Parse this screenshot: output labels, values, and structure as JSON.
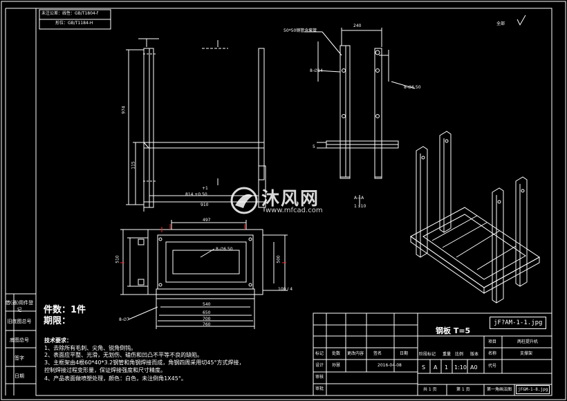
{
  "colors": {
    "background": "#000000",
    "lines": "#ffffff",
    "red_mark": "#ff2020",
    "watermark": "#ffffff"
  },
  "material_note": {
    "line1": "未注公差：线性：GB/T1804-f",
    "line2": "形位：GB/T1184-H"
  },
  "surface_finish": "全部",
  "dims": {
    "front_height": "974",
    "front_w1": "814 +0.50",
    "front_w2": "910",
    "front_small1": "115",
    "front_small2": "+1",
    "side_top": "240",
    "side_hole": "8-∅14",
    "side_hole2": "8-∅6.50",
    "side_label": "50*50钢管含套管",
    "side_small": "5",
    "section_label": "A—A",
    "section_scale": "1 : 10",
    "plan_top": "497",
    "plan_hole": "8-∅6.50",
    "plan_hole2": "8-∅7",
    "plan_b1": "540",
    "plan_b2": "650",
    "plan_b3": "700",
    "plan_b4": "760",
    "plan_left": "510",
    "plan_right1": "500",
    "plan_right2": "100 / 4"
  },
  "quantity": {
    "count": "件数：1件",
    "period": "期限："
  },
  "tech": {
    "title": "技术要求：",
    "items": [
      "1、去除所有毛刺、尖角、锐角倒钝。",
      "2、表面应平整、光滑，无划伤、磕伤和凹凸不平等不良的缺陷。",
      "3、主框架由4根60*40*3.2钢管和角钢焊接而成，角钢四周采用切45°方式焊接，",
      "   控制焊接过程变形量，保证焊接强度和尺寸精度。",
      "4、产品表面做喷塑处理，颜色：白色，未注倒角1X45°。"
    ]
  },
  "title_block": {
    "material": "钢板 T=5",
    "image_tag": "jF?AM-1-1.jpg",
    "project_label": "项目",
    "project_value": "两柱提升机",
    "name_label": "名称",
    "name_value": "支撑架",
    "code_label": "代号",
    "header": [
      "标记",
      "处数",
      "更改内容",
      "签名",
      "日期"
    ],
    "design_label": "设计",
    "designer": "孙慧",
    "date": "2016-04-08",
    "stage_label": "阶段标记",
    "weight_label": "重量",
    "scale_label": "比例",
    "version_label": "版本",
    "stage_values": [
      "S",
      "A",
      "1",
      "1:10",
      "A0"
    ],
    "review_label": "审核",
    "approve_label": "审批",
    "total_sheets": "共 1 页",
    "sheet_no": "第 1 页",
    "projection": "第一角画法图",
    "file_tag": "jF&M-1-8.jpg"
  },
  "side_labels": [
    "借(通)用件登记",
    "旧底图总号",
    "底图总号",
    "签字",
    "日期"
  ],
  "watermark": {
    "main": "沐风网",
    "sub": "www.mfcad.com"
  }
}
